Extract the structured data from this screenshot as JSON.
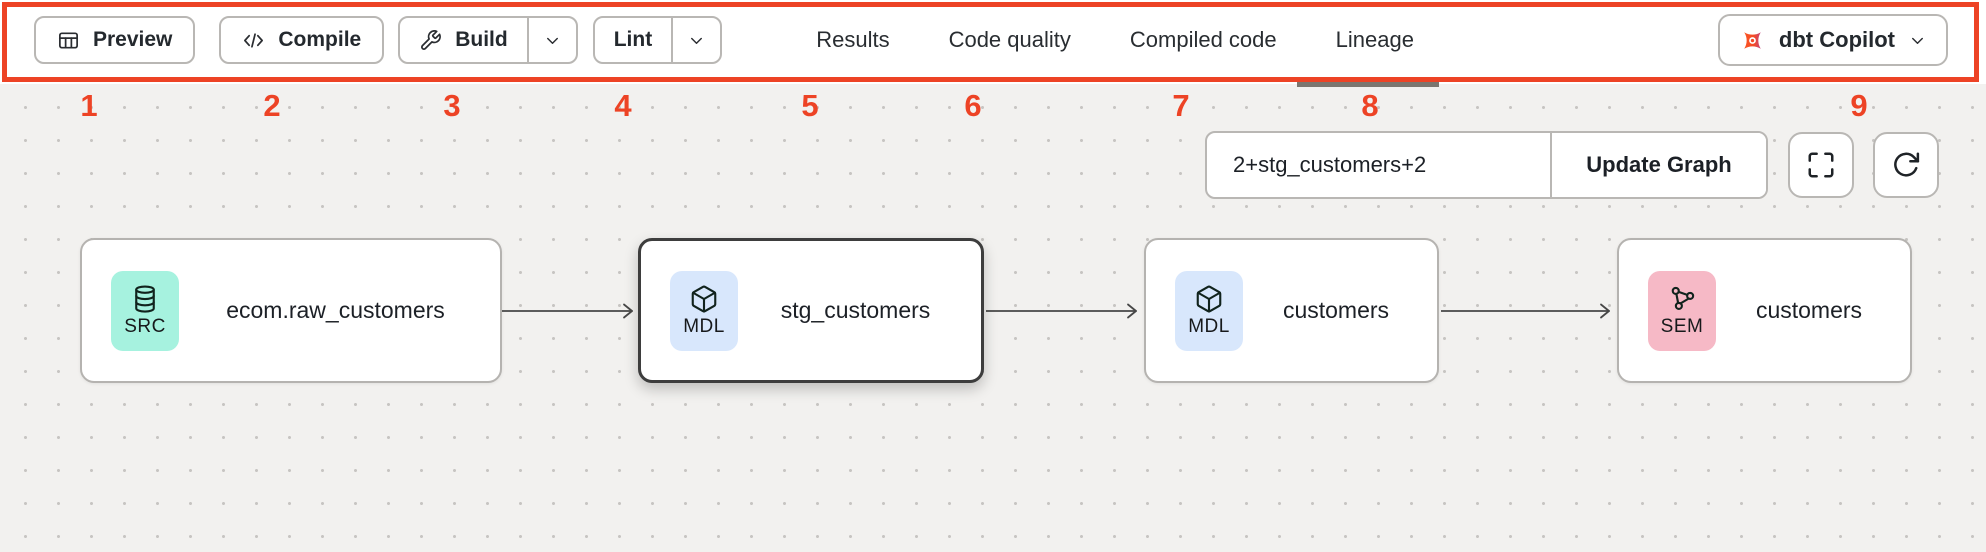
{
  "colors": {
    "annotation_accent": "#ed4325",
    "active_tab_underline": "#7b766f",
    "toolbar_background": "#ffffff",
    "canvas_background": "#f2f1ef"
  },
  "toolbar": {
    "buttons": [
      {
        "id": "preview",
        "label": "Preview",
        "icon": "table-icon"
      },
      {
        "id": "compile",
        "label": "Compile",
        "icon": "code-icon"
      },
      {
        "id": "build",
        "label": "Build",
        "icon": "wrench-icon",
        "has_dropdown": true
      },
      {
        "id": "lint",
        "label": "Lint",
        "has_dropdown": true
      }
    ],
    "tabs": [
      {
        "label": "Results",
        "active": false
      },
      {
        "label": "Code quality",
        "active": false
      },
      {
        "label": "Compiled code",
        "active": false
      },
      {
        "label": "Lineage",
        "active": true
      }
    ],
    "copilot": {
      "label": "dbt Copilot",
      "icon": "dbt-copilot-icon",
      "has_dropdown": true
    }
  },
  "annotations": {
    "labels": [
      "1",
      "2",
      "3",
      "4",
      "5",
      "6",
      "7",
      "8",
      "9"
    ]
  },
  "lineage": {
    "selector_value": "2+stg_customers+2",
    "update_button_label": "Update Graph",
    "controls": [
      {
        "icon": "fullscreen-icon"
      },
      {
        "icon": "refresh-icon"
      }
    ],
    "nodes": [
      {
        "type": "SRC",
        "label": "ecom.raw_customers",
        "icon": "database-icon",
        "badge_color": "#a6f2df",
        "selected": false
      },
      {
        "type": "MDL",
        "label": "stg_customers",
        "icon": "cube-icon",
        "badge_color": "#d8e7fc",
        "selected": true
      },
      {
        "type": "MDL",
        "label": "customers",
        "icon": "cube-icon",
        "badge_color": "#d8e7fc",
        "selected": false
      },
      {
        "type": "SEM",
        "label": "customers",
        "icon": "semantic-model-icon",
        "badge_color": "#f6b9c6",
        "selected": false
      }
    ]
  }
}
